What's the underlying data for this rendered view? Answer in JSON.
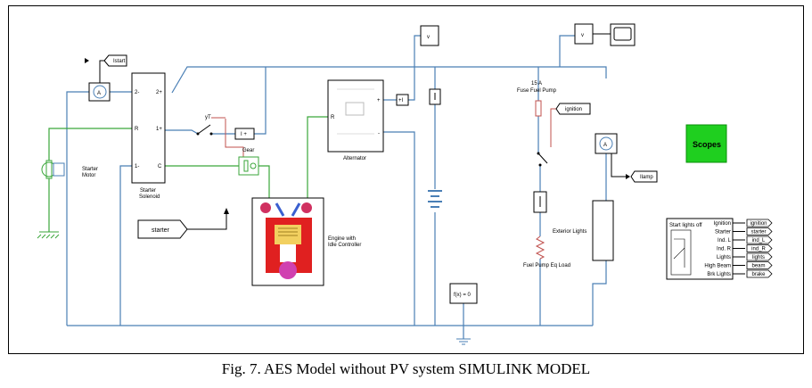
{
  "labels": {
    "istart": "Istart",
    "starter_motor_1": "Starter",
    "starter_motor_2": "Motor",
    "starter_solenoid_1": "Starter",
    "starter_solenoid_2": "Solenoid",
    "port_2minus": "2-",
    "port_2plus": "2+",
    "port_r": "R",
    "port_1plus": "1+",
    "port_1minus": "1-",
    "port_c": "C",
    "gear": "Gear",
    "starter_tag": "starter",
    "engine_1": "Engine with",
    "engine_2": "Idle Controller",
    "alternator": "Alternator",
    "alt_r": "R",
    "alt_plus": "+",
    "alt_minus": "-",
    "v1": "v",
    "v2": "v",
    "fuse_current": "15 A",
    "fuse_name": "Fuse Fuel Pump",
    "ignition_tag": "ignition",
    "fuel_pump": "Fuel Pump Eq Load",
    "exterior_lights": "Exterior Lights",
    "ilamp": "Ilamp",
    "scopes": "Scopes",
    "solver": "f(x) = 0",
    "switch_yt": "yT",
    "lights_block_title": "Start lights off"
  },
  "signal_rows": [
    {
      "port": "Ignition",
      "tag": "ignition"
    },
    {
      "port": "Starter",
      "tag": "starter"
    },
    {
      "port": "Ind. L",
      "tag": "ind_L"
    },
    {
      "port": "Ind. R",
      "tag": "ind_R"
    },
    {
      "port": "Lights",
      "tag": "lights"
    },
    {
      "port": "High Beam",
      "tag": "beam"
    },
    {
      "port": "Brk Lights",
      "tag": "brake"
    }
  ],
  "colors": {
    "wire_electrical": "#4a7fb5",
    "wire_mechanical": "#3aa63a",
    "wire_signal": "#c0504d",
    "scopes_fill": "#1fcf1f"
  },
  "caption": "Fig. 7. AES Model without PV system SIMULINK MODEL"
}
